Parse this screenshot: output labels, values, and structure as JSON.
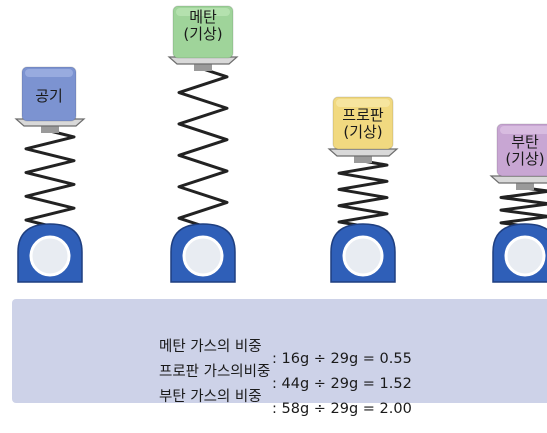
{
  "scales": [
    {
      "label": "공기",
      "color": "#7c93d1",
      "color_top": "#9fb1e2",
      "icon": "spring-scale"
    },
    {
      "label": "메탄\n(기상)",
      "color": "#9fd49a",
      "color_top": "#b9e3b3",
      "icon": "spring-scale"
    },
    {
      "label": "프로판\n(기상)",
      "color": "#f1d980",
      "color_top": "#f7e7a6",
      "icon": "spring-scale"
    },
    {
      "label": "부탄\n(기상)",
      "color": "#c8a6d3",
      "color_top": "#dcc2e4",
      "icon": "spring-scale"
    }
  ],
  "info": {
    "lines": [
      {
        "name": "메탄 가스의 비중",
        "equation": ": 16g ÷ 29g = 0.55"
      },
      {
        "name": "프로판 가스의비중",
        "equation": ": 44g ÷ 29g = 1.52"
      },
      {
        "name": "부탄 가스의 비중",
        "equation": ": 58g ÷ 29g = 2.00"
      }
    ]
  },
  "colors": {
    "scale_body": "#2f5fb8",
    "dial": "#e8ecf2",
    "spring": "#222222",
    "panel": "#cdd2e8"
  }
}
